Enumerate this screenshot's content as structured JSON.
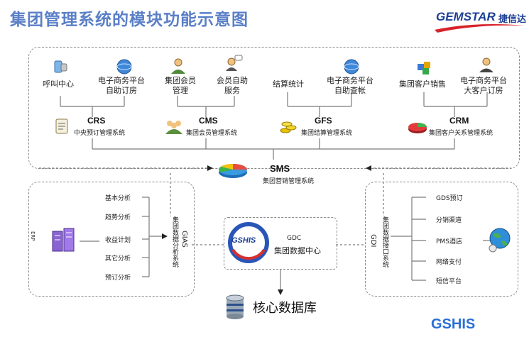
{
  "title": "集团管理系统的模块功能示意图",
  "logo": {
    "brand": "GEMSTAR",
    "cn": "捷信达"
  },
  "top_modules": [
    {
      "code": "CRS",
      "desc": "中央预订管理系统",
      "items": [
        "呼叫中心",
        "电子商务平台\n自助订房"
      ]
    },
    {
      "code": "CMS",
      "desc": "集团会员管理系统",
      "items": [
        "集团会员\n管理",
        "会员自助\n服务"
      ]
    },
    {
      "code": "GFS",
      "desc": "集团结算管理系统",
      "items": [
        "结算统计",
        "电子商务平台\n自助查帐"
      ]
    },
    {
      "code": "CRM",
      "desc": "集团客户关系管理系统",
      "items": [
        "集团客户销售",
        "电子商务平台\n大客户订房"
      ]
    }
  ],
  "sms": {
    "code": "SMS",
    "desc": "集团营销管理系统"
  },
  "gias": {
    "code": "GIAS",
    "desc": "集团数据分析系统",
    "items": [
      "基本分析",
      "趋势分析",
      "收益计划",
      "其它分析",
      "预订分析"
    ],
    "side": "ERP"
  },
  "gdc": {
    "logo": "GSHIS",
    "code": "GDC",
    "desc": "集团数据中心"
  },
  "gdi": {
    "code": "GDI",
    "desc": "集团数据接口系统",
    "items": [
      "GDS预订",
      "分销渠道",
      "PMS酒店",
      "网络支付",
      "短信平台"
    ]
  },
  "core_db": "核心数据库",
  "footer_logo": "GSHIS",
  "colors": {
    "title": "#5b7fc7",
    "brand": "#1c3f94",
    "footer": "#2a6fd6"
  }
}
